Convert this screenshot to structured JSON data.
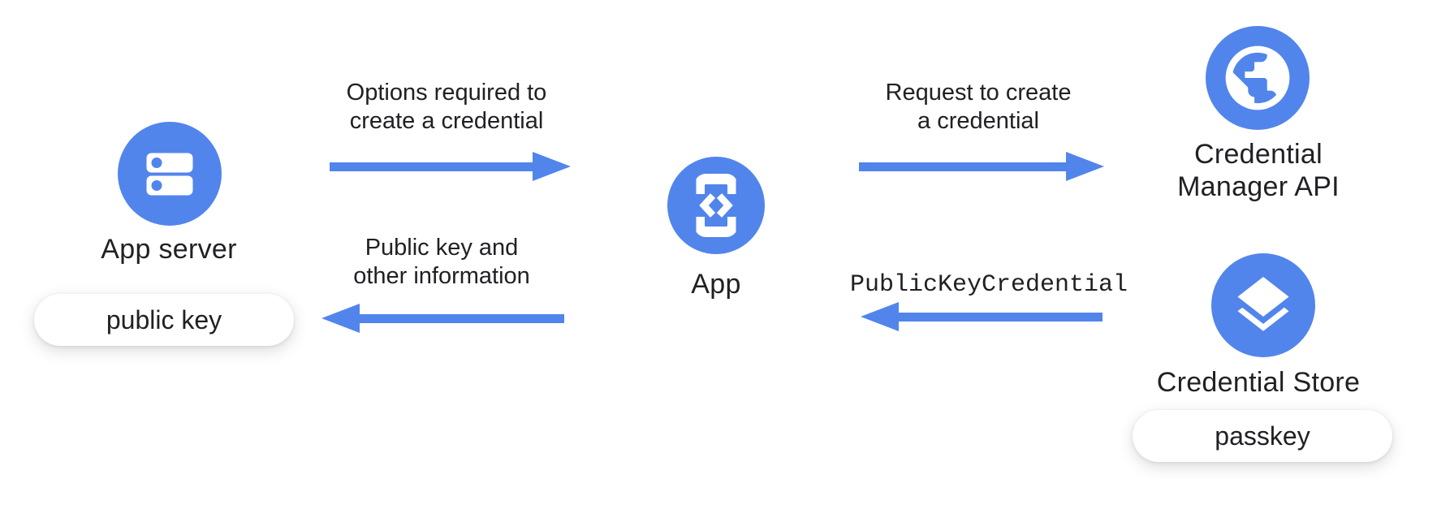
{
  "diagram": {
    "colors": {
      "accent": "#5285EC",
      "text": "#202124",
      "background": "#FFFFFF",
      "pill": "#FFFFFF"
    },
    "nodes": {
      "app_server": {
        "label": "App server",
        "icon": "server-icon",
        "badge": "public key"
      },
      "app": {
        "label": "App",
        "icon": "phone-code-icon"
      },
      "credential_manager": {
        "lines": [
          "Credential",
          "Manager API"
        ],
        "icon": "globe-icon"
      },
      "credential_store": {
        "label": "Credential Store",
        "icon": "layers-icon",
        "badge": "passkey"
      }
    },
    "flows": {
      "options": {
        "lines": [
          "Options required to",
          "create a credential"
        ],
        "direction": "right"
      },
      "public_key_info": {
        "lines": [
          "Public key and",
          "other information"
        ],
        "direction": "left"
      },
      "request_create": {
        "lines": [
          "Request to create",
          "a credential"
        ],
        "direction": "right"
      },
      "public_key_credential": {
        "label": "PublicKeyCredential",
        "direction": "left"
      }
    }
  }
}
